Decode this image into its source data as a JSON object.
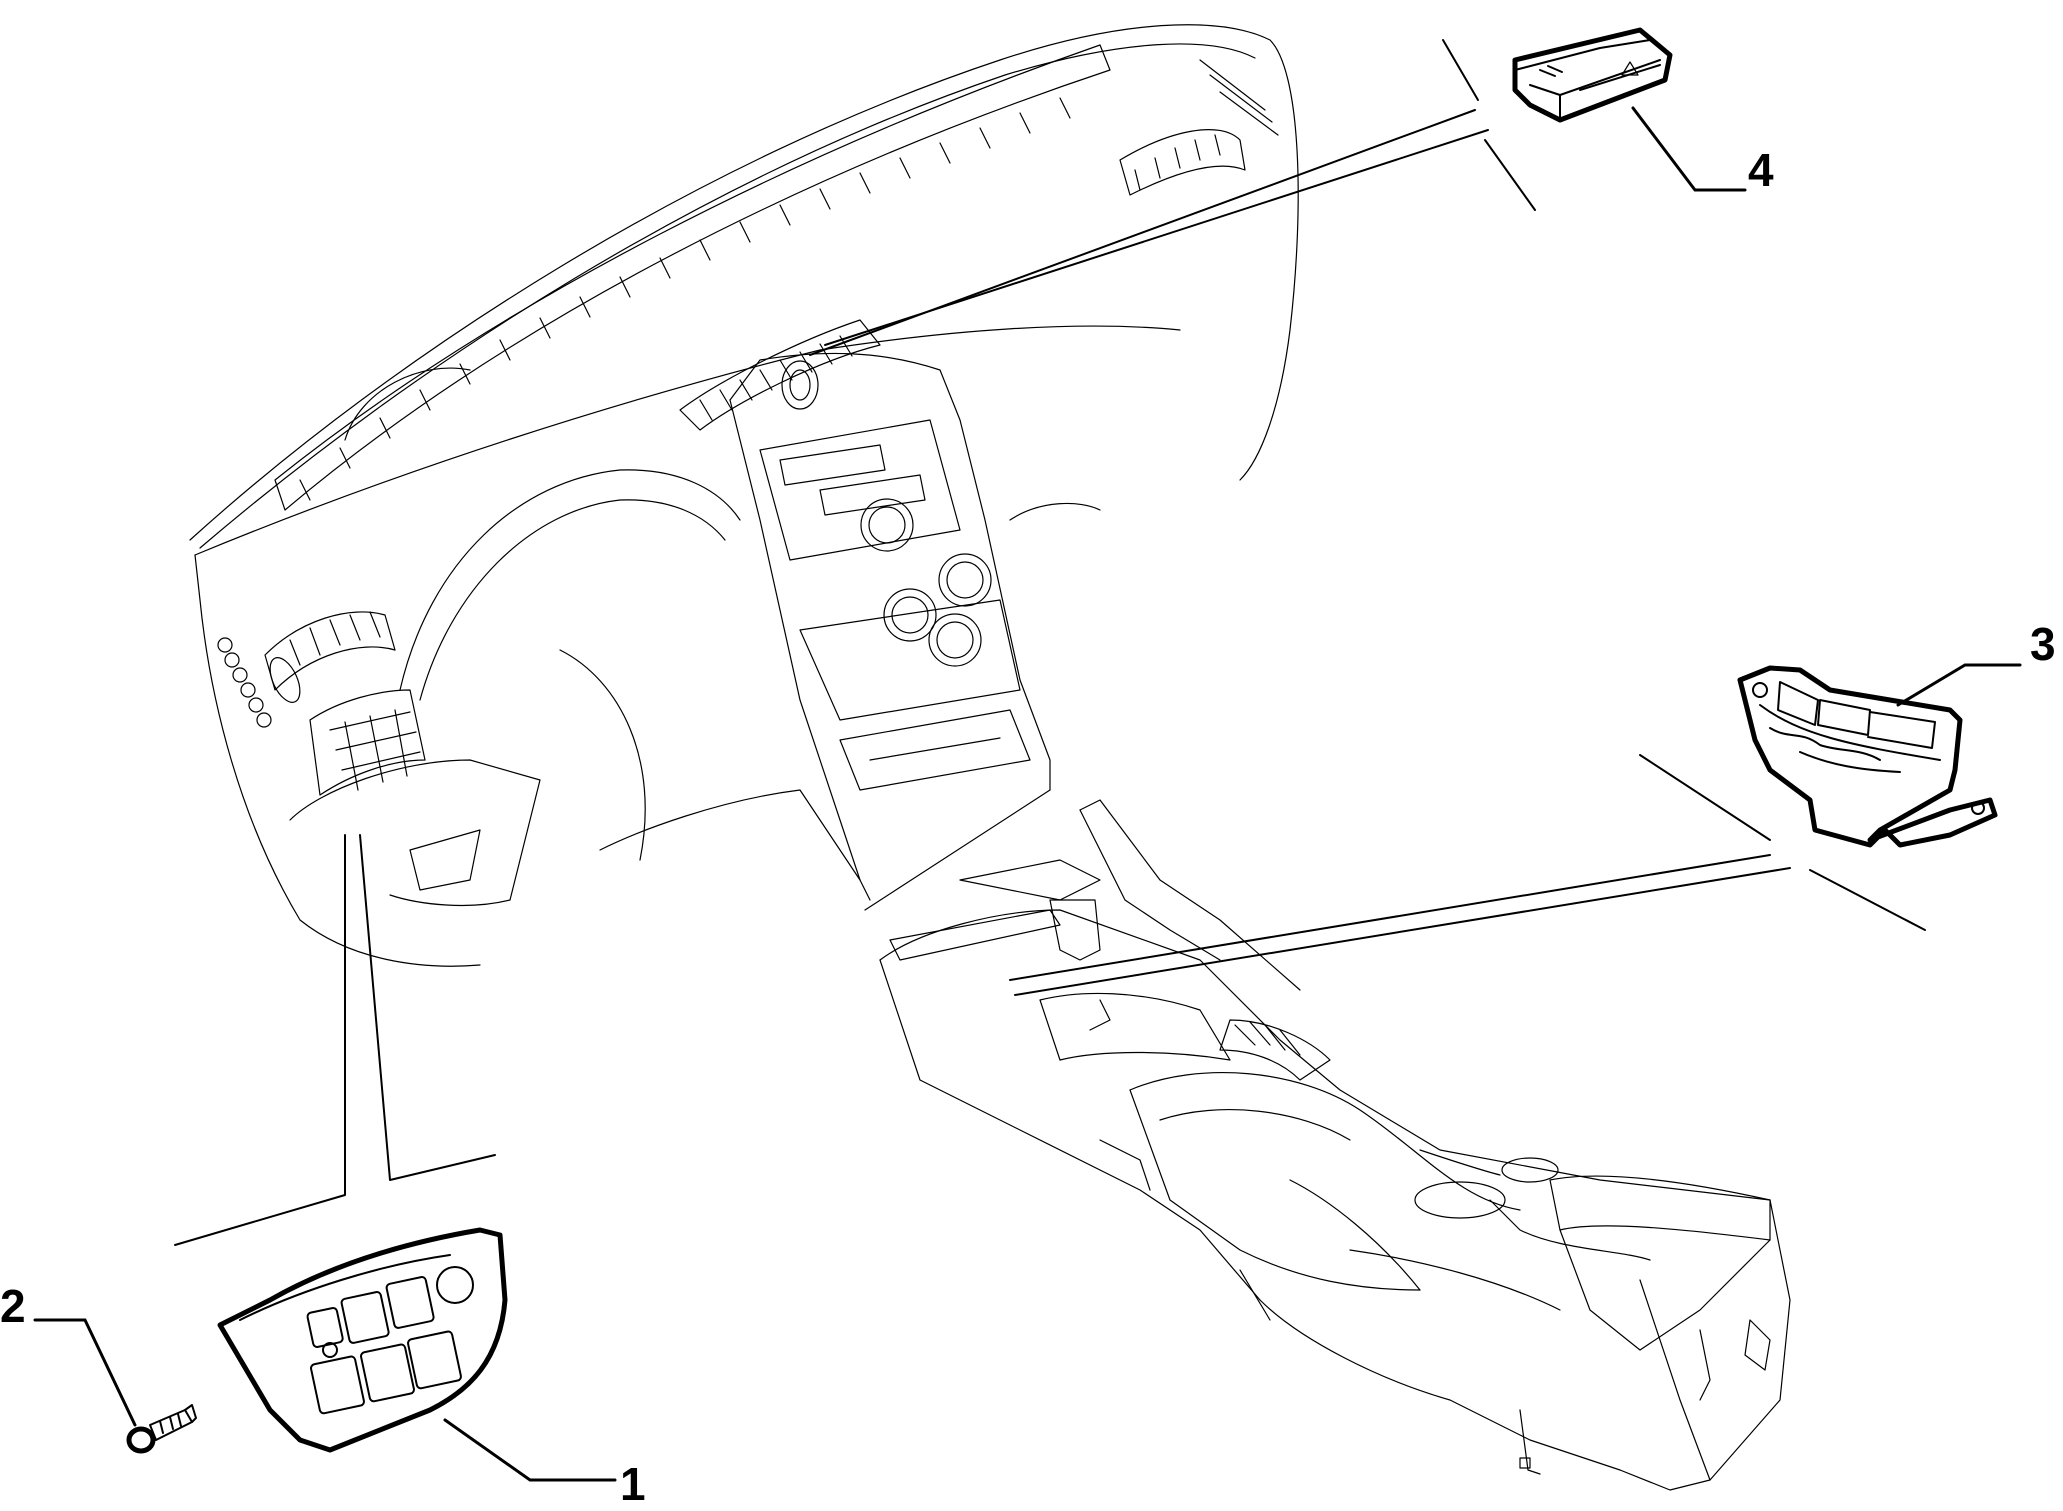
{
  "callouts": [
    {
      "id": "1",
      "label": "1"
    },
    {
      "id": "2",
      "label": "2"
    },
    {
      "id": "3",
      "label": "3"
    },
    {
      "id": "4",
      "label": "4"
    }
  ],
  "colors": {
    "line": "#000000",
    "background": "#ffffff"
  },
  "parts": [
    {
      "callout": "1",
      "name": "switch-panel-icon"
    },
    {
      "callout": "2",
      "name": "screw-icon"
    },
    {
      "callout": "3",
      "name": "switch-block-icon"
    },
    {
      "callout": "4",
      "name": "hazard-switch-icon"
    }
  ]
}
